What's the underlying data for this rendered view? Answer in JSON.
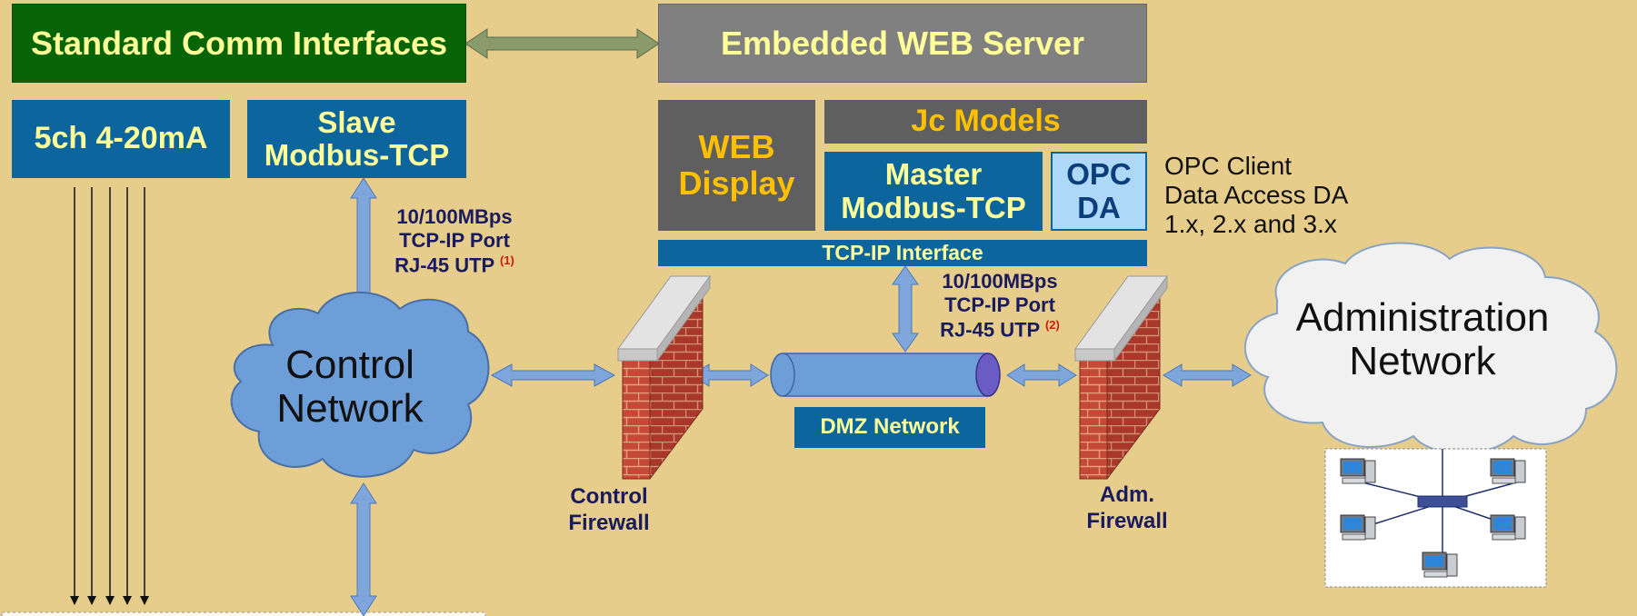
{
  "colors": {
    "background": "#e6cd8c",
    "green_block": "#076507",
    "gray_block": "#808080",
    "dark_gray_block": "#5f5f5f",
    "blue_block": "#0c659c",
    "light_blue_block": "#add8f7",
    "title_text": "#ffff99",
    "orange_text": "#ffc000",
    "navy_text": "#1a1a5e",
    "footnote_red": "#d01a10",
    "arrow_blue": "#7ea6dc",
    "arrow_olive": "#8a9a6a",
    "cloud_blue": "#6e9ed7",
    "cloud_white": "#f1f1f1",
    "brick": "#c24a36"
  },
  "blocks": {
    "standard_comm": "Standard Comm Interfaces",
    "embedded_web": "Embedded WEB Server",
    "analog_in": "5ch 4-20mA",
    "slave_modbus": "Slave\nModbus-TCP",
    "web_display": "WEB\nDisplay",
    "jc_models": "Jc Models",
    "master_modbus": "Master\nModbus-TCP",
    "opc_da": "OPC\nDA",
    "tcp_interface": "TCP-IP Interface",
    "dmz_network": "DMZ Network"
  },
  "labels": {
    "opc_client": "OPC Client\nData Access DA\n1.x, 2.x and 3.x",
    "port1_text": "10/100MBps\nTCP-IP Port\nRJ-45 UTP",
    "port1_note": "(1)",
    "port2_text": "10/100MBps\nTCP-IP Port\nRJ-45 UTP",
    "port2_note": "(2)",
    "control_network": "Control\nNetwork",
    "admin_network": "Administration\nNetwork",
    "control_firewall": "Control\nFirewall",
    "adm_firewall": "Adm.\nFirewall"
  },
  "icons": {
    "bidirectional_arrow": "double-arrow-icon",
    "firewall": "brick-wall-icon",
    "network_cloud": "cloud-icon",
    "network_cable": "cylinder-pipe-icon",
    "computer": "desktop-computer-icon",
    "network_hub": "hub-icon"
  }
}
